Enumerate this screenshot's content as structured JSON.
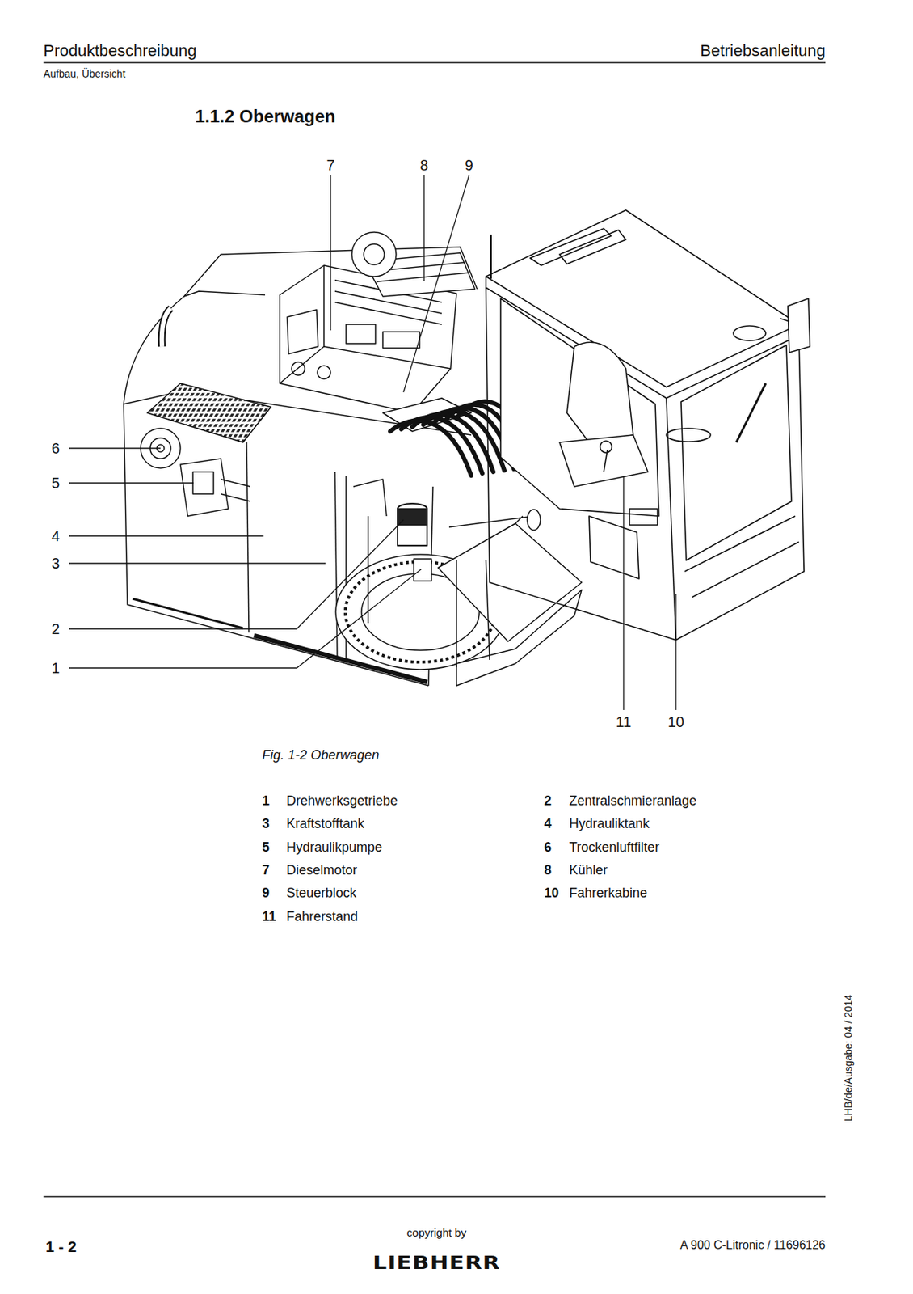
{
  "diagram": {
    "title": "1.1.2 Oberwagen",
    "caption": "Fig. 1-2 Oberwagen",
    "labels": [
      "Produktbeschreibung",
      "Betriebsanleitung",
      "Aufbau, Übersicht",
      "7",
      "8",
      "9",
      "6",
      "5",
      "4",
      "3",
      "2",
      "1",
      "11",
      "10",
      "1",
      "Drehwerksgetriebe",
      "2",
      "Zentralschmieranlage",
      "3",
      "Kraftstofftank",
      "4",
      "Hydrauliktank",
      "5",
      "Hydraulikpumpe",
      "6",
      "Trockenluftfilter",
      "7",
      "Dieselmotor",
      "8",
      "Kühler",
      "9",
      "Steuerblock",
      "10",
      "Fahrerkabine",
      "11",
      "Fahrerstand",
      "LHB/de/Ausgabe: 04 / 2014",
      "1 - 2",
      "copyright by",
      "LIEBHERR",
      "A 900 C-Litronic / 11696126"
    ]
  }
}
